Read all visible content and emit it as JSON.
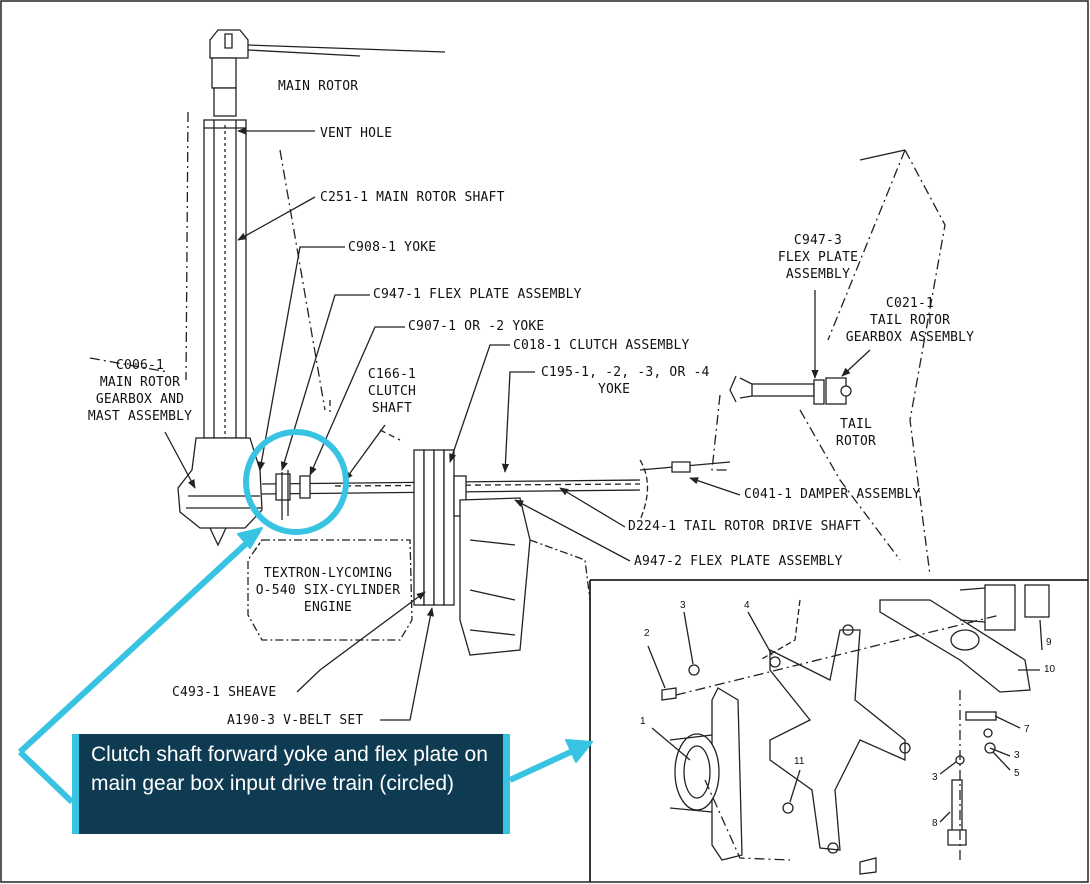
{
  "labels": {
    "main_rotor": "MAIN ROTOR",
    "vent_hole": "VENT HOLE",
    "main_rotor_shaft": "C251-1 MAIN ROTOR SHAFT",
    "yoke_c908": "C908-1 YOKE",
    "flex_plate_c947_1": "C947-1 FLEX PLATE ASSEMBLY",
    "yoke_c907": "C907-1 OR -2 YOKE",
    "clutch_assembly": "C018-1 CLUTCH ASSEMBLY",
    "clutch_shaft_1": "C166-1",
    "clutch_shaft_2": "CLUTCH",
    "clutch_shaft_3": "SHAFT",
    "yoke_c195_1": "C195-1, -2, -3, OR -4",
    "yoke_c195_2": "YOKE",
    "gearbox_1": "C006-1",
    "gearbox_2": "MAIN ROTOR",
    "gearbox_3": "GEARBOX AND",
    "gearbox_4": "MAST ASSEMBLY",
    "flex_plate_c947_3_1": "C947-3",
    "flex_plate_c947_3_2": "FLEX PLATE",
    "flex_plate_c947_3_3": "ASSEMBLY",
    "tail_gearbox_1": "C021-1",
    "tail_gearbox_2": "TAIL ROTOR",
    "tail_gearbox_3": "GEARBOX ASSEMBLY",
    "tail_rotor_1": "TAIL",
    "tail_rotor_2": "ROTOR",
    "damper": "C041-1 DAMPER ASSEMBLY",
    "tail_drive_shaft": "D224-1 TAIL ROTOR DRIVE SHAFT",
    "flex_plate_a947": "A947-2 FLEX PLATE ASSEMBLY",
    "engine_1": "TEXTRON-LYCOMING",
    "engine_2": "O-540 SIX-CYLINDER",
    "engine_3": "ENGINE",
    "sheave": "C493-1 SHEAVE",
    "vbelt": "A190-3 V-BELT SET"
  },
  "detail_numbers": {
    "n1": "1",
    "n2": "2",
    "n3a": "3",
    "n4": "4",
    "n11": "11",
    "n9": "9",
    "n10": "10",
    "n7": "7",
    "n3b": "3",
    "n5": "5",
    "n3c": "3",
    "n8": "8"
  },
  "caption": "Clutch shaft forward yoke and flex plate on main gear box input drive train (circled)",
  "colors": {
    "highlight": "#38c3e3",
    "caption_bg": "#0f3b52",
    "ink": "#111111"
  }
}
